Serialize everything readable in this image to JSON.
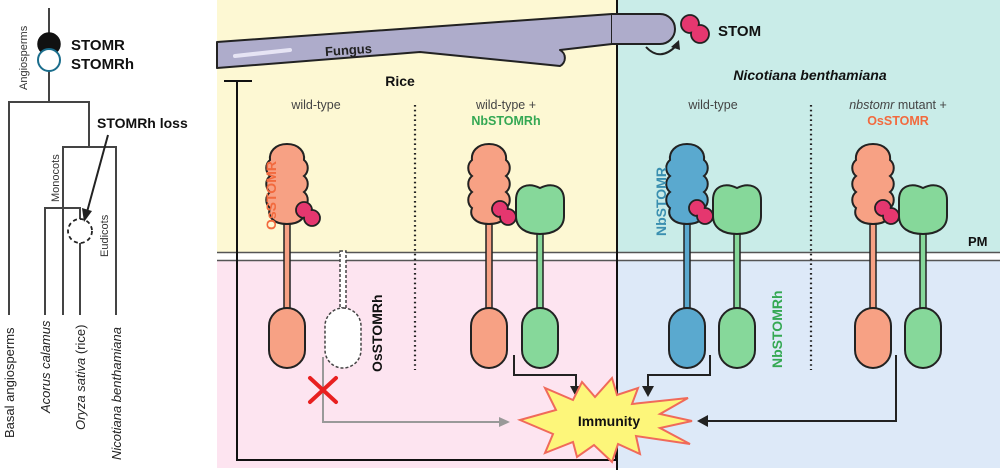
{
  "tree": {
    "clade_label": "Angiosperms",
    "legend": {
      "filled": "STOMR",
      "open": "STOMRh"
    },
    "loss_label": "STOMRh loss",
    "monocots_label": "Monocots",
    "eudicots_label": "Eudicots",
    "taxa": [
      {
        "name": "Basal angiosperms",
        "italic": false
      },
      {
        "name": "Acorus calamus",
        "italic": true
      },
      {
        "name": "Oryza sativa",
        "suffix": " (rice)",
        "italic": true
      },
      {
        "name": "Nicotiana benthamiana",
        "italic": true
      }
    ]
  },
  "panels": {
    "fungus_label": "Fungus",
    "stom_label": "STOM",
    "pm_label": "PM",
    "immunity_label": "Immunity",
    "rice": {
      "title": "Rice",
      "columns": [
        {
          "header": "wild-type",
          "receptor_label": "OsSTOMR",
          "partner_label": "OsSTOMRh",
          "partner_absent": true,
          "outcome": "blocked"
        },
        {
          "header": "wild-type +",
          "header_highlight": "NbSTOMRh",
          "outcome": "immunity"
        }
      ]
    },
    "nb": {
      "title": "Nicotiana benthamiana",
      "columns": [
        {
          "header": "wild-type",
          "receptor_label": "NbSTOMR",
          "partner_label": "NbSTOMRh",
          "outcome": "immunity"
        },
        {
          "header_italic": "nbstomr",
          "header_rest": " mutant +",
          "header_highlight": "OsSTOMR",
          "outcome": "immunity"
        }
      ]
    }
  },
  "colors": {
    "rice_top": "#fdf8d3",
    "rice_bottom": "#fde4f0",
    "nb_top": "#c9ece8",
    "nb_bottom": "#dde9f8",
    "os_receptor": "#f7a184",
    "nb_receptor": "#5aa9cf",
    "stomrh": "#86d89a",
    "stom": "#e5376f",
    "fungus": "#aeaccb",
    "os_text": "#f26a3e",
    "nb_text": "#3a8fb0",
    "stomrh_text": "#34a853",
    "blocked": "#e82020",
    "immunity_fill": "#fdf67a",
    "immunity_stroke": "#f06a5a"
  }
}
